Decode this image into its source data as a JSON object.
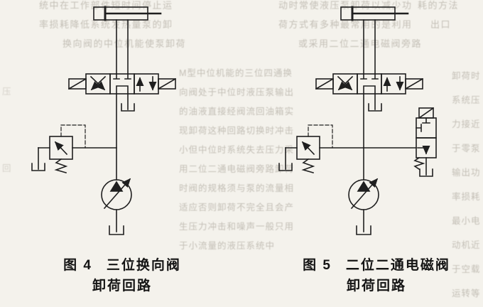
{
  "page": {
    "background_color": "#f4f2ec",
    "ink_color": "#1f1f1f",
    "ghost_text_color": "#a39d92"
  },
  "captions": {
    "fig4": {
      "label": "图 4",
      "line1": "三位换向阀",
      "line2": "卸荷回路"
    },
    "fig5": {
      "label": "图 5",
      "line1": "二位二通电磁阀",
      "line2": "卸荷回路"
    }
  },
  "bleedthrough": {
    "lines": [
      "统中在工作部件短时间停止运",
      "动时常使液压泵卸荷以减少功",
      "耗的方法",
      "率损耗降低系统发热量泵的卸",
      "荷方式有多种最常用的是利用",
      "出口",
      "换向阀的中位机能使泵卸荷",
      "或采用二位二通电磁阀旁路",
      "M型中位机能的三位四通换",
      "向阀处于中位时液压泵输出",
      "的油液直接经阀流回油箱实",
      "现卸荷这种回路切换时冲击",
      "小但中位时系统失去压力采",
      "用二位二通电磁阀旁路卸荷",
      "时阀的规格须与泵的流量相",
      "适应否则卸荷不完全且会产",
      "生压力冲击和噪声一般只用",
      "于小流量的液压系统中",
      "卸荷时",
      "系统压",
      "力接近",
      "于零泵",
      "输出功",
      "率损耗",
      "最小电",
      "动机近",
      "于空载",
      "运转等",
      "压",
      "回"
    ]
  }
}
